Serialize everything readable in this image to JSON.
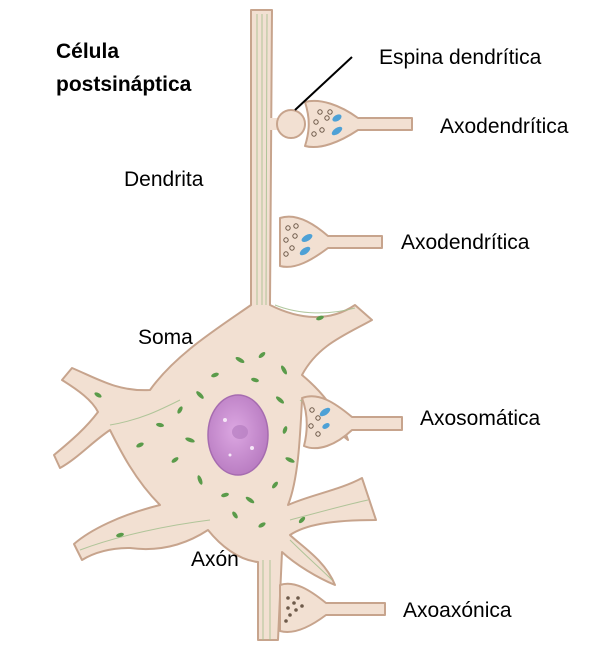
{
  "title": {
    "line1": "Célula",
    "line2": "postsináptica"
  },
  "labels": {
    "espina": "Espina dendrítica",
    "axodendritica_1": "Axodendrítica",
    "dendrita": "Dendrita",
    "axodendritica_2": "Axodendrítica",
    "soma": "Soma",
    "axosomatica": "Axosomática",
    "axon": "Axón",
    "axoaxonica": "Axoaxónica"
  },
  "colors": {
    "membrane_fill": "#f2e0d2",
    "membrane_stroke": "#c7a48d",
    "organelle_green": "#5a9b4a",
    "nucleus": "#c98bd1",
    "vesicle_blue": "#4ea1d6",
    "vesicle_dots": "#6e5a4a"
  }
}
